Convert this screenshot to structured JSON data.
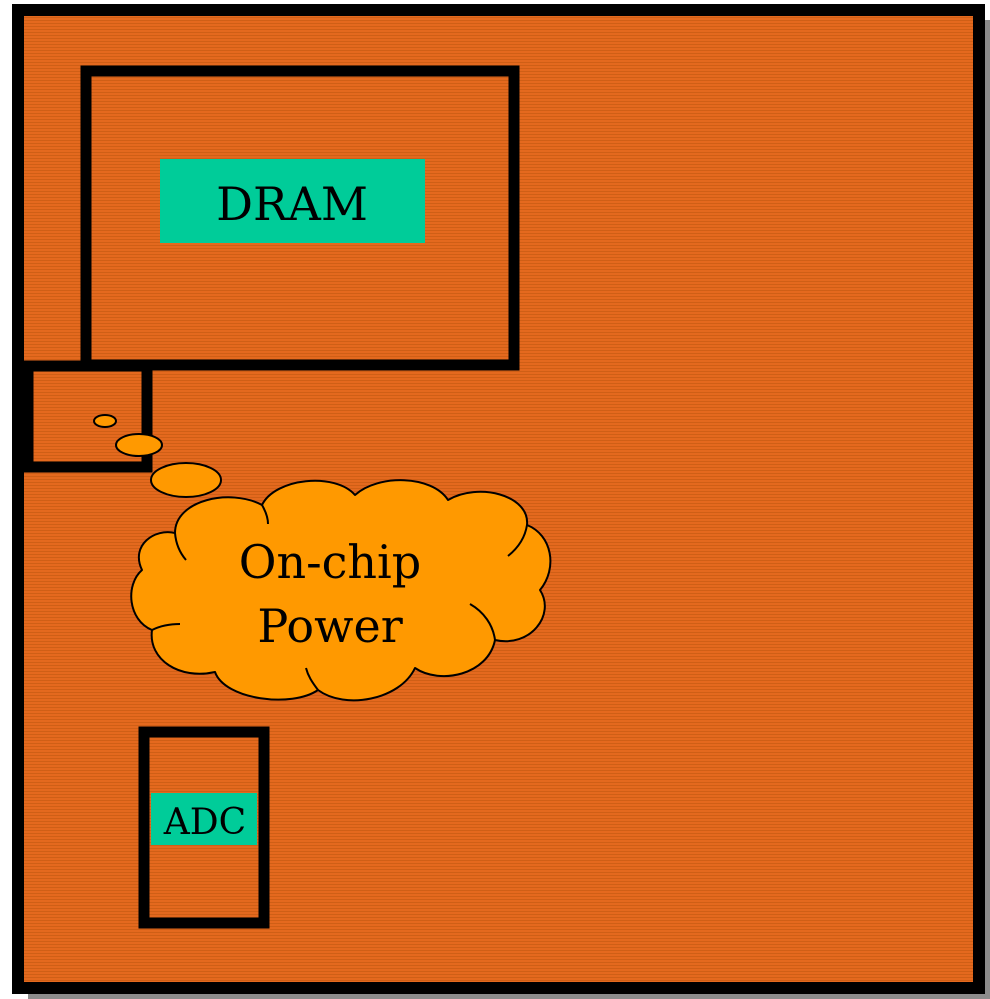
{
  "colors": {
    "chip_fill": "#e4691e",
    "stripe": "#c85a10",
    "block_fill": "#00cc99",
    "cloud_fill": "#ff9900",
    "outline": "#000000",
    "shadow": "#8c8c8c"
  },
  "blocks": {
    "dram": {
      "label": "DRAM"
    },
    "adc": {
      "label": "ADC"
    }
  },
  "callout": {
    "line1": "On-chip",
    "line2": "Power"
  }
}
